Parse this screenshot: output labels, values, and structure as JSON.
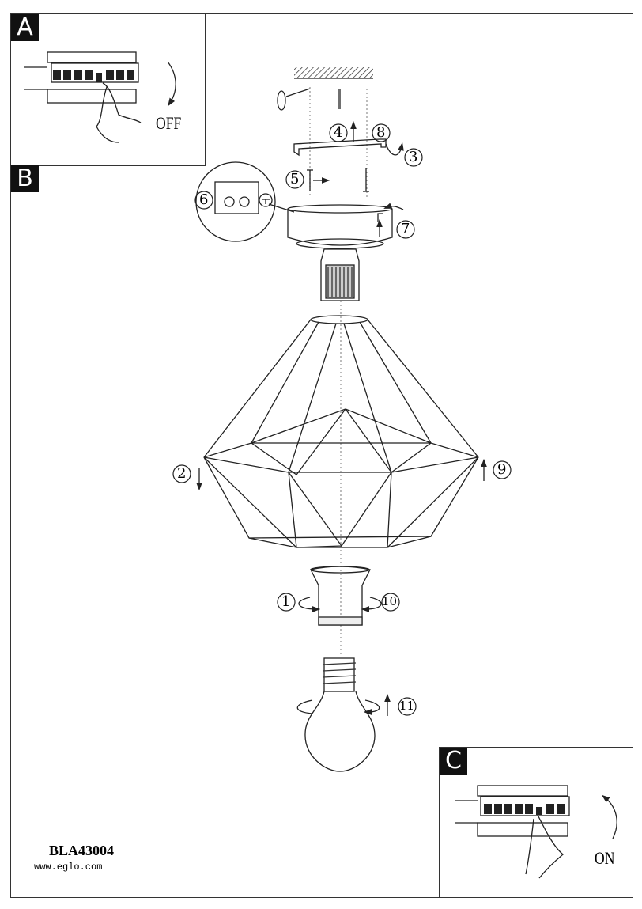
{
  "panels": {
    "a": {
      "label": "A",
      "switch_text": "OFF"
    },
    "b": {
      "label": "B"
    },
    "c": {
      "label": "C",
      "switch_text": "ON"
    }
  },
  "steps": [
    "1",
    "2",
    "3",
    "4",
    "5",
    "6",
    "7",
    "8",
    "9",
    "10",
    "11"
  ],
  "footer": {
    "model": "BLA43004",
    "website": "www.eglo.com"
  }
}
